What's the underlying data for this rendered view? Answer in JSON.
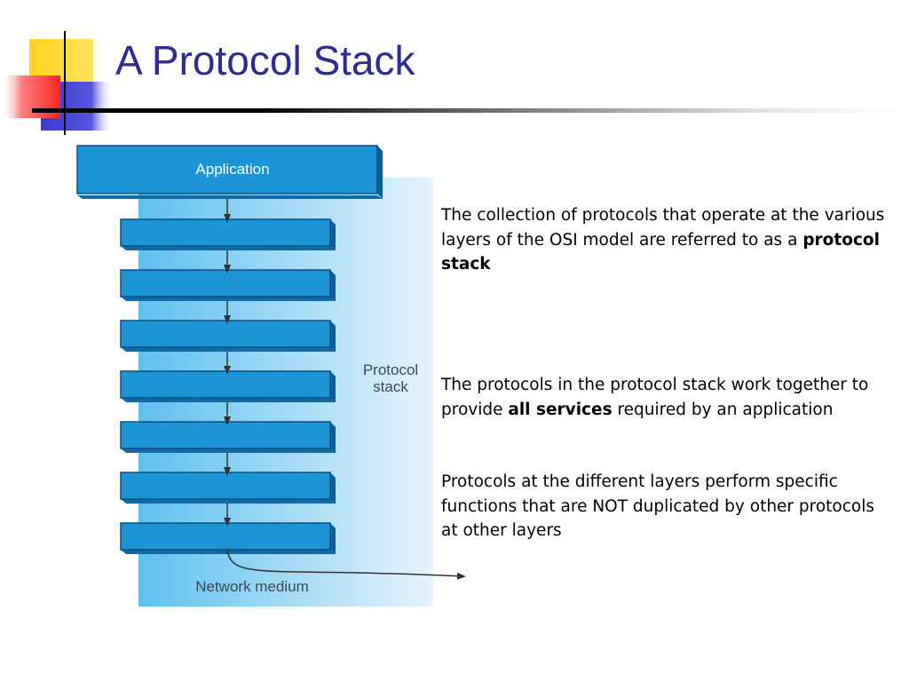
{
  "slide": {
    "title": "A Protocol Stack"
  },
  "diagram": {
    "top_layer_label": "Application",
    "stack_label_line1": "Protocol",
    "stack_label_line2": "stack",
    "medium_label": "Network medium",
    "unlabeled_layer_count": 7,
    "colors": {
      "layer_fill": "#1c95d6",
      "layer_shadow": "#0d5f95",
      "panel_light": "#e6f4fd",
      "panel_dark": "#5fc1ee",
      "arrow": "#333333"
    }
  },
  "text": {
    "p1_before": "The collection of protocols that operate at the various layers of the OSI model are referred to as a ",
    "p1_bold": "protocol stack",
    "p2_before": "The protocols in the protocol stack work together to provide ",
    "p2_bold": "all services",
    "p2_after": " required by an application",
    "p3": "Protocols at the different layers perform specific functions that are NOT duplicated by other protocols at other layers"
  },
  "colors": {
    "title": "#2b2d8f",
    "deco_yellow": "#ffd21e",
    "deco_red": "#ff3030",
    "deco_blue": "#2e2ec8"
  }
}
